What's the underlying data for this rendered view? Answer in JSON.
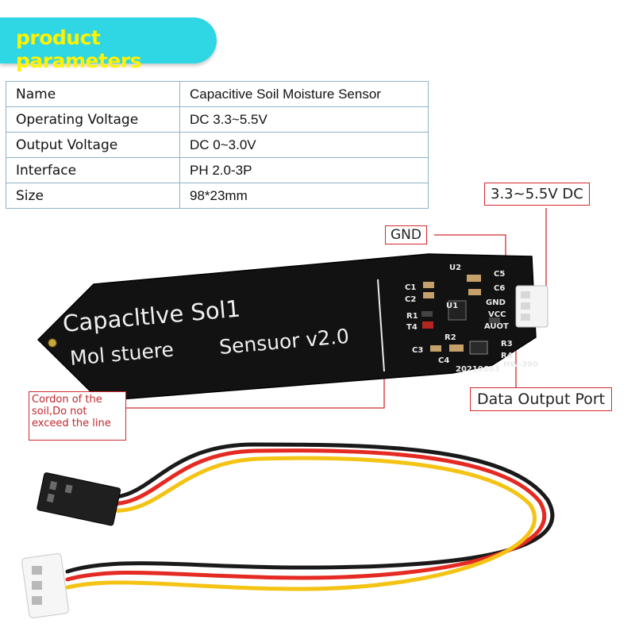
{
  "banner": {
    "title": "product parameters"
  },
  "params": [
    {
      "key": "Name",
      "value": "Capacitive Soil Moisture Sensor"
    },
    {
      "key": "Operating Voltage",
      "value": "DC 3.3~5.5V"
    },
    {
      "key": "Output Voltage",
      "value": "DC 0~3.0V"
    },
    {
      "key": "Interface",
      "value": "PH 2.0-3P"
    },
    {
      "key": "Size",
      "value": "98*23mm"
    }
  ],
  "callouts": {
    "vcc": "3.3~5.5V DC",
    "gnd": "GND",
    "data_port": "Data Output Port",
    "cord": "Cordon of the soil,Do not exceed the line"
  },
  "board": {
    "line1": "Capacltlve  Sol1",
    "line2a": "Mol stuere",
    "line2b": "Sensuor v2.0",
    "pin_gnd": "GND",
    "pin_vcc": "VCC",
    "pin_aout": "AUOT",
    "date": "20210603",
    "model": "HW-390",
    "refs": {
      "u2": "U2",
      "c5": "C5",
      "c6": "C6",
      "c1": "C1",
      "c2": "C2",
      "u1": "U1",
      "r1": "R1",
      "t4": "T4",
      "r2": "R2",
      "c3": "C3",
      "r3": "R3",
      "r4": "R4",
      "c4": "C4"
    }
  },
  "colors": {
    "banner_bg": "#2fd6e4",
    "banner_text": "#fff200",
    "callout_border": "#d4292f",
    "board": "#121212",
    "wire_red": "#e42a22",
    "wire_yellow": "#f4c314",
    "wire_black": "#1a1a1a"
  }
}
